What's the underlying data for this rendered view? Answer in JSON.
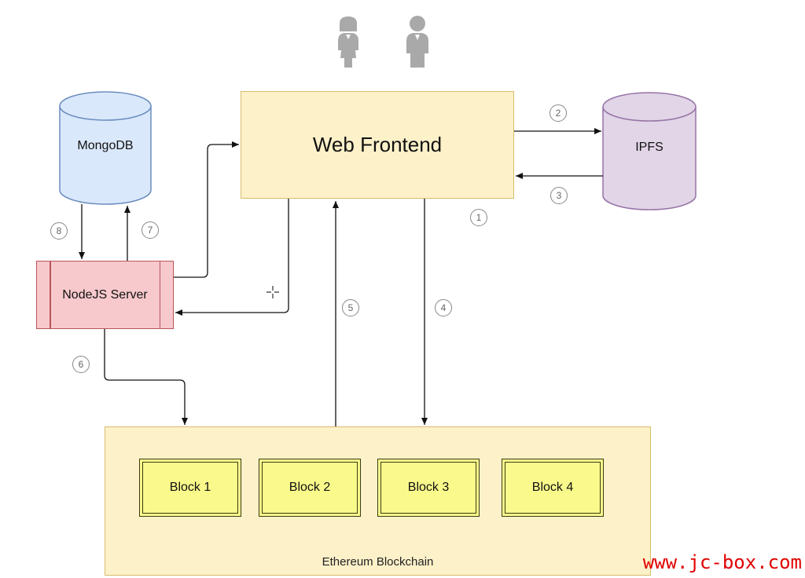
{
  "nodes": {
    "web_frontend": "Web Frontend",
    "mongodb": "MongoDB",
    "ipfs": "IPFS",
    "nodejs": "NodeJS Server",
    "blockchain": "Ethereum Blockchain"
  },
  "blocks": [
    "Block 1",
    "Block 2",
    "Block 3",
    "Block 4"
  ],
  "steps": [
    "1",
    "2",
    "3",
    "4",
    "5",
    "6",
    "7",
    "8"
  ],
  "watermark": "www.jc-box.com",
  "colors": {
    "frontend_fill": "#fdf1c9",
    "mongodb_fill": "#dae8fc",
    "ipfs_fill": "#e1d5e7",
    "nodejs_fill": "#f7c9cc",
    "block_fill": "#fafa8c",
    "watermark": "#e00000"
  },
  "icons": [
    "user-female-icon",
    "user-male-icon",
    "cursor-crosshair-icon"
  ]
}
